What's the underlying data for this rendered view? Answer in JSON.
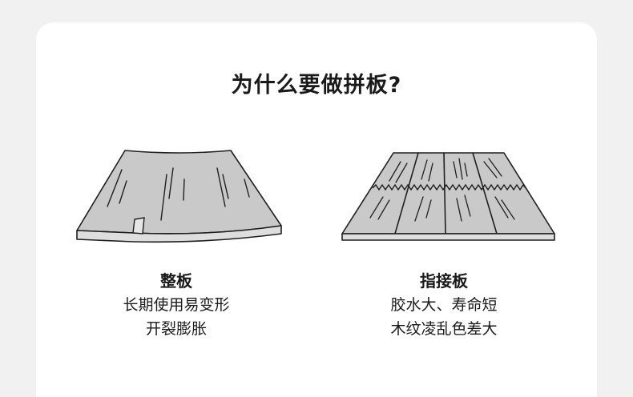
{
  "title": "为什么要做拼板?",
  "options": [
    {
      "name": "整板",
      "desc_lines": [
        "长期使用易变形",
        "开裂膨胀"
      ]
    },
    {
      "name": "指接板",
      "desc_lines": [
        "胶水大、寿命短",
        "木纹凌乱色差大"
      ]
    }
  ]
}
